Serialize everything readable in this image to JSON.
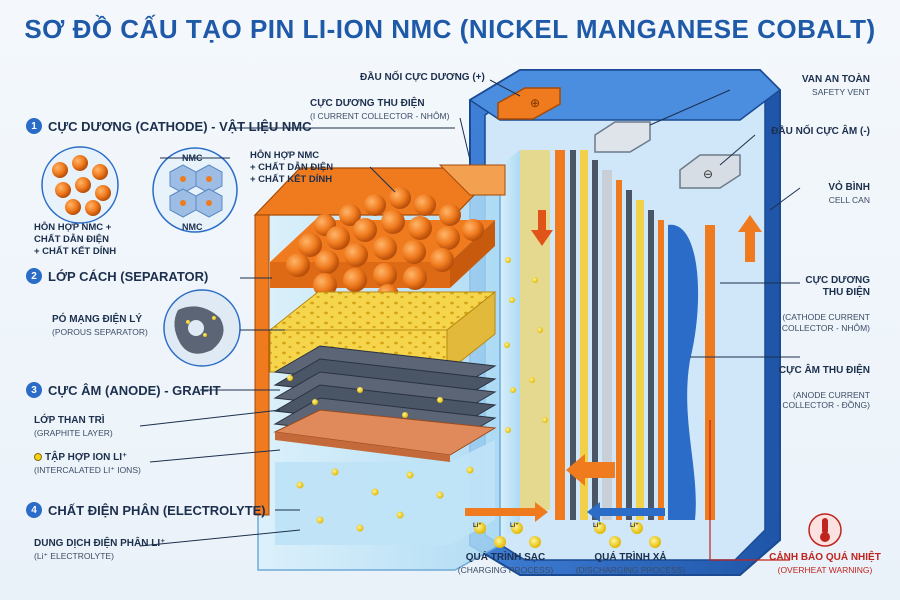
{
  "title": "SƠ ĐỒ CẤU TẠO PIN LI-ION NMC (NICKEL MANGANESE COBALT)",
  "sections": [
    {
      "num": "1",
      "title": "CỰC DƯƠNG (CATHODE) - VẬT LIỆU NMC"
    },
    {
      "num": "2",
      "title": "LỚP CÁCH (SEPARATOR)"
    },
    {
      "num": "3",
      "title": "CỰC ÂM (ANODE) - GRAFIT"
    },
    {
      "num": "4",
      "title": "CHẤT ĐIỆN PHÂN (ELECTROLYTE)"
    }
  ],
  "left_labels": {
    "nmc_mix": "HỖN HỢP NMC +\nCHẤT DẪN ĐIỆN\n+ CHẤT KẾT DÍNH",
    "nmc_tag_top": "NMC",
    "nmc_tag_bottom": "NMC",
    "nmc_mix_2": "HỖN HỢP NMC\n+ CHẤT DẪN ĐIỆN\n+ CHẤT KẾT DÍNH",
    "porous_main": "PÓ MẠNG ĐIỆN LÝ",
    "porous_sub": "(POROUS SEPARATOR)",
    "graphite_main": "LỚP THAN TRÌ",
    "graphite_sub": "(GRAPHITE LAYER)",
    "ions_main": "TẬP HỢP ION LI⁺",
    "ions_sub": "(INTERCALATED LI⁺ IONS)",
    "electrolyte_main": "DUNG DỊCH ĐIỆN PHÂN LI⁺",
    "electrolyte_sub": "(Li⁺ ELECTROLYTE)"
  },
  "top_labels": {
    "pos_terminal": "ĐẦU NỐI CỰC DƯƠNG (+)",
    "pos_collector_main": "CỰC DƯƠNG THU ĐIỆN",
    "pos_collector_sub": "(I CURRENT COLLECTOR - NHÔM)"
  },
  "right_labels": {
    "vent_main": "VAN AN TOÀN",
    "vent_sub": "SAFETY VENT",
    "neg_terminal": "ĐẦU NỐI CỰC ÂM (-)",
    "can_main": "VỎ BÌNH",
    "can_sub": "CELL CAN",
    "cathode_cc_main": "CỰC DƯƠNG\nTHU ĐIỆN",
    "cathode_cc_sub": "(CATHODE CURRENT\nCOLLECTOR - NHÔM)",
    "anode_cc_main": "CỰC ÂM THU ĐIỆN",
    "anode_cc_sub": "(ANODE CURRENT\nCOLLECTOR - ĐỒNG)",
    "warn_main": "CẢNH BÁO QUÁ NHIỆT",
    "warn_sub": "(OVERHEAT WARNING)"
  },
  "process": {
    "charge_main": "QUÁ TRÌNH SẠC",
    "charge_sub": "(CHARGING PROCESS)",
    "discharge_main": "QUÁ TRÌNH XẢ",
    "discharge_sub": "(DISCHARGING PROCESS)",
    "ion_label": "Li⁺"
  },
  "colors": {
    "cathode": "#f07b1e",
    "separator": "#f3d04a",
    "anode": "#4a5566",
    "electrolyte": "#bfe3f7",
    "can": "#2f6cc4",
    "title": "#1f5aa8",
    "warning": "#c0241e"
  }
}
